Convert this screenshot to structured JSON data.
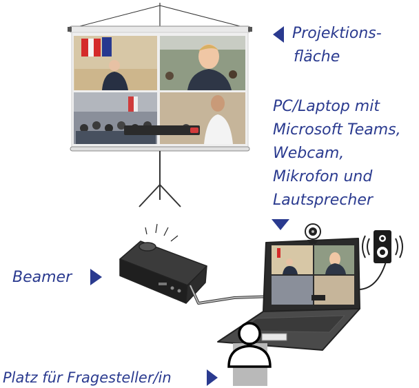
{
  "labels": {
    "projection_line1": "Projektions-",
    "projection_line2": "fläche",
    "pc_line1": "PC/Laptop mit",
    "pc_line2": "Microsoft Teams,",
    "pc_line3": "Webcam,",
    "pc_line4": "Mikrofon und",
    "pc_line5": "Lautsprecher",
    "beamer": "Beamer",
    "questioner": "Platz für Fragesteller/in"
  },
  "colors": {
    "label_text": "#2a3a8f",
    "arrow": "#2a3a8f",
    "outline": "#222222",
    "screen_frame": "#d9d9d9",
    "seat": "#b9b9b9"
  },
  "icons": [
    "arrow-left-icon",
    "arrow-down-icon",
    "arrow-right-icon",
    "webcam-icon",
    "speaker-icon",
    "person-icon"
  ]
}
